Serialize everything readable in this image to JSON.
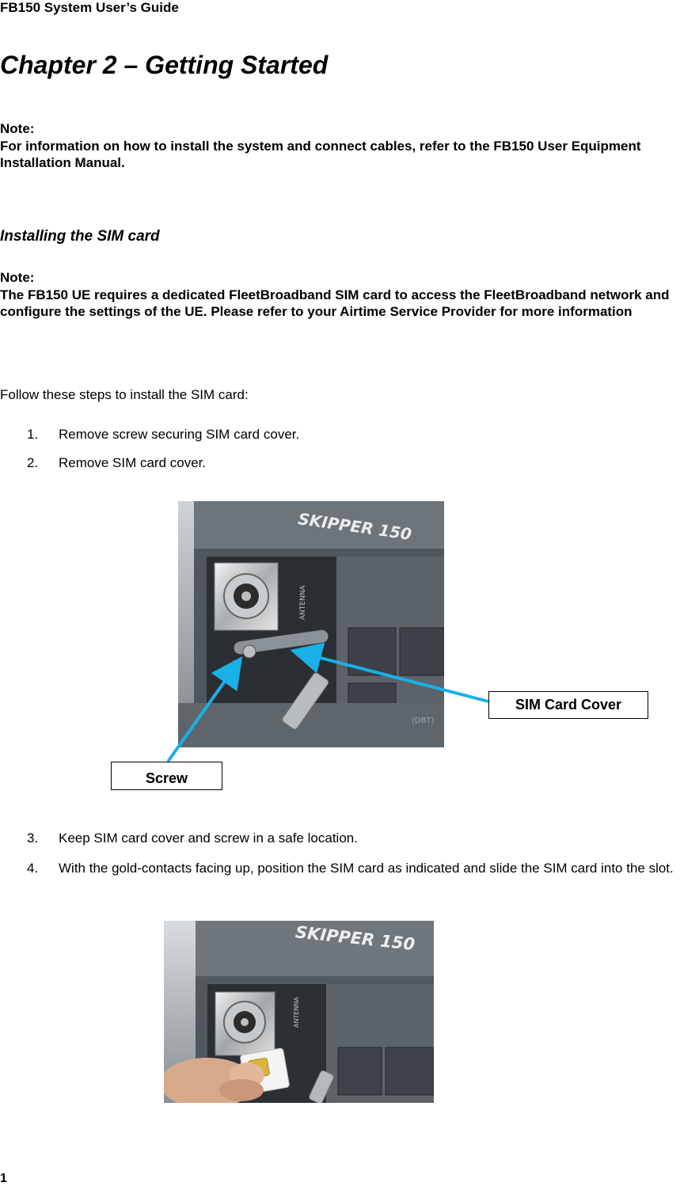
{
  "header": {
    "title": "FB150 System User’s Guide"
  },
  "chapter": {
    "title": "Chapter 2 – Getting Started"
  },
  "note1": {
    "label": "Note:",
    "text": "For information on how to install the system and connect cables, refer to the FB150 User Equipment Installation Manual."
  },
  "section": {
    "title": "Installing the SIM card"
  },
  "note2": {
    "label": "Note:",
    "text": "The FB150 UE requires a dedicated FleetBroadband SIM card to access the FleetBroadband network and configure the settings of the UE. Please refer to your Airtime Service Provider for more information"
  },
  "intro": "Follow these steps to install the SIM card:",
  "steps": [
    {
      "num": "1.",
      "text": "Remove screw securing SIM card cover."
    },
    {
      "num": "2.",
      "text": "Remove SIM card cover."
    },
    {
      "num": "3.",
      "text": "Keep SIM card cover and screw in a safe location."
    },
    {
      "num": "4.",
      "text": "With the gold-contacts facing up, position the SIM card as indicated and slide the SIM card into the slot."
    }
  ],
  "photo1": {
    "device_label": "SKIPPER 150",
    "port_label": "ANTENNA",
    "small_label": "(DBT)"
  },
  "photo2": {
    "device_label": "SKIPPER 150",
    "port_label": "ANTENNA"
  },
  "callouts": {
    "sim_cover": "SIM Card Cover",
    "screw": "Screw",
    "line_color": "#1ab0e8"
  },
  "page_number": "1"
}
